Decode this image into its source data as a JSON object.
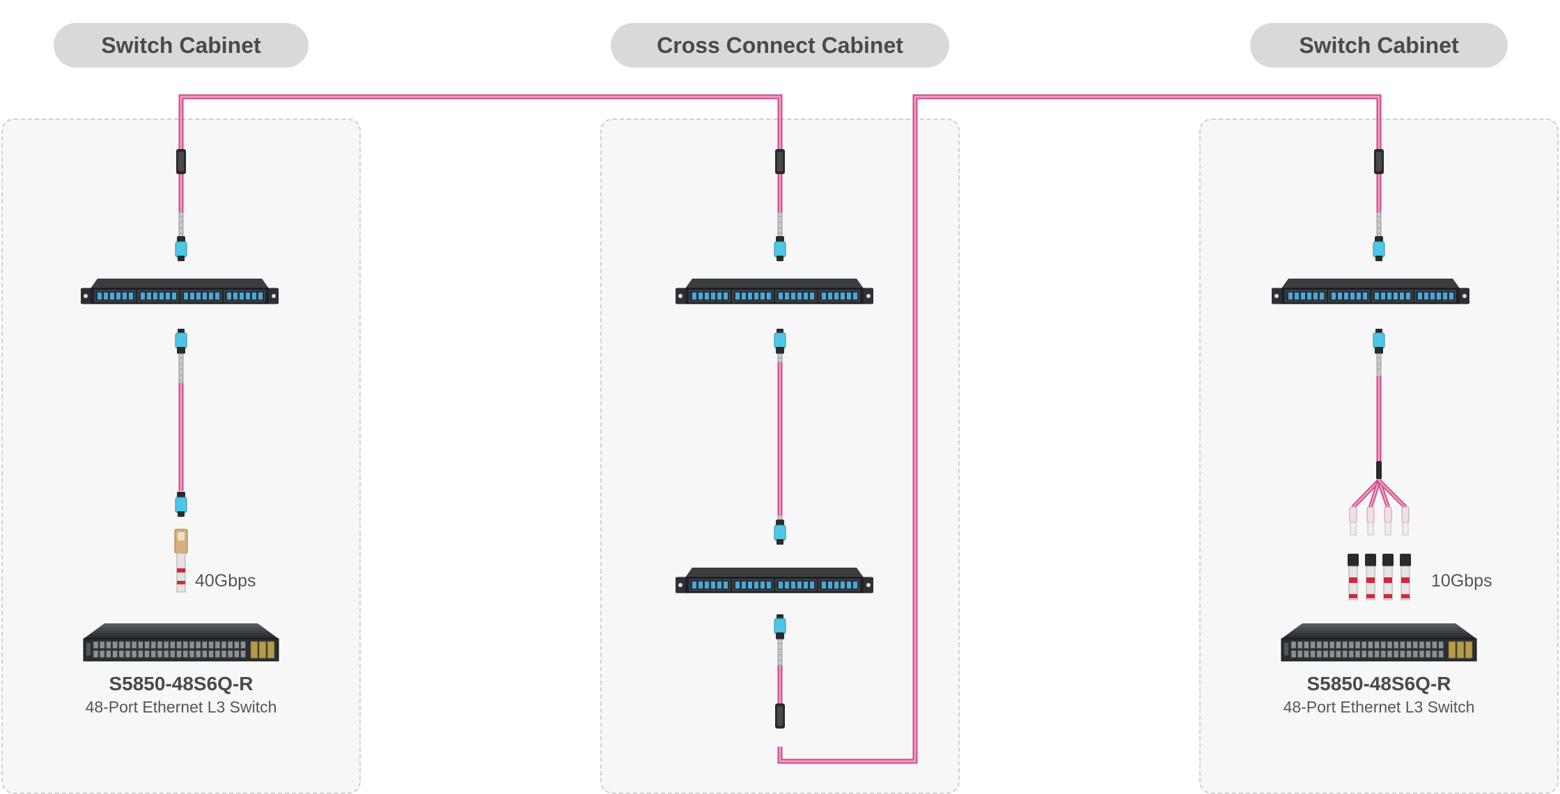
{
  "cabinets": [
    {
      "title": "Switch Cabinet"
    },
    {
      "title": "Cross Connect Cabinet"
    },
    {
      "title": "Switch Cabinet"
    }
  ],
  "left_switch": {
    "model": "S5850-48S6Q-R",
    "description": "48-Port Ethernet L3 Switch",
    "speed": "40Gbps"
  },
  "right_switch": {
    "model": "S5850-48S6Q-R",
    "description": "48-Port Ethernet L3 Switch",
    "speed": "10Gbps"
  },
  "colors": {
    "fiber": "#e76aa3",
    "mpo_connector": "#4ec7e6",
    "panel_bg": "#f7f7f7",
    "pill_bg": "#d9d9d9",
    "transceiver_tag": "#d6273a"
  }
}
